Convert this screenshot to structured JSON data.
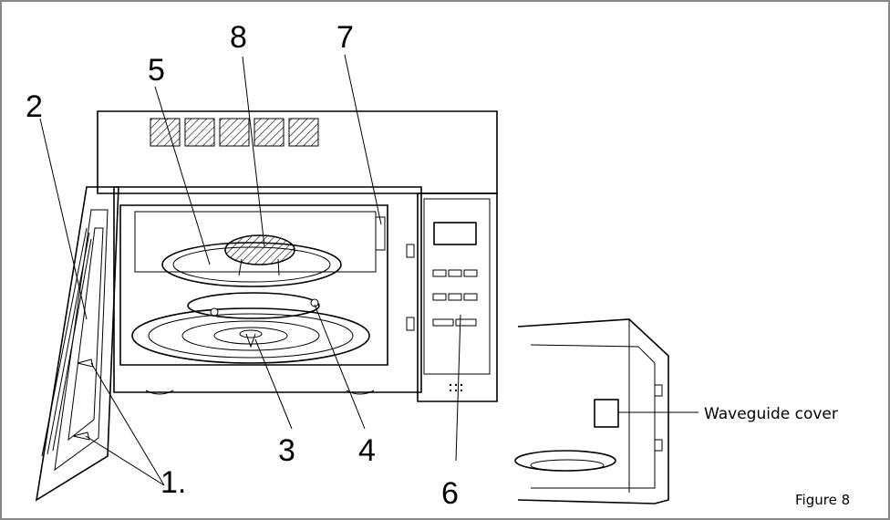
{
  "callouts": {
    "n1": "1.",
    "n2": "2",
    "n3": "3",
    "n4": "4",
    "n5": "5",
    "n6": "6",
    "n7": "7",
    "n8": "8"
  },
  "waveguide_label": "Waveguide cover",
  "figure_caption": "Figure 8"
}
